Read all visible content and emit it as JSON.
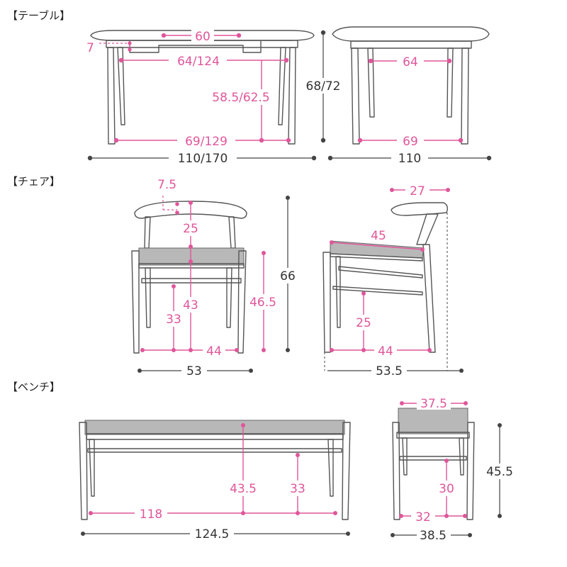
{
  "sections": {
    "table": "【テーブル】",
    "chair": "【チェア】",
    "bench": "【ベンチ】"
  },
  "table": {
    "extension": "60",
    "apron_depth": "7",
    "inner_leg_span": "64/124",
    "leg_height": "58.5/62.5",
    "outer_leg_span": "69/129",
    "total_width": "110/170",
    "height": "68/72",
    "side_inner_leg_span": "64",
    "side_outer_leg_span": "69",
    "side_width": "110"
  },
  "chair": {
    "back_top": "7.5",
    "back_height": "25",
    "arm_height": "43",
    "seat_height": "46.5",
    "stretcher_height": "33",
    "front_leg_span": "44",
    "total_width": "53",
    "total_height": "66",
    "side_top_depth": "27",
    "side_seat_depth": "45",
    "side_stretcher_height": "25",
    "side_leg_span": "44",
    "side_total_depth": "53.5"
  },
  "bench": {
    "seat_height": "43.5",
    "stretcher_height": "33",
    "leg_span": "118",
    "total_width": "124.5",
    "side_top_depth": "37.5",
    "side_stretcher_height": "30",
    "side_leg_span": "32",
    "side_total_depth": "38.5",
    "total_height": "45.5"
  },
  "colors": {
    "dimension_accent": "#e0569a",
    "dimension_dark": "#333333",
    "outline": "#555555"
  }
}
